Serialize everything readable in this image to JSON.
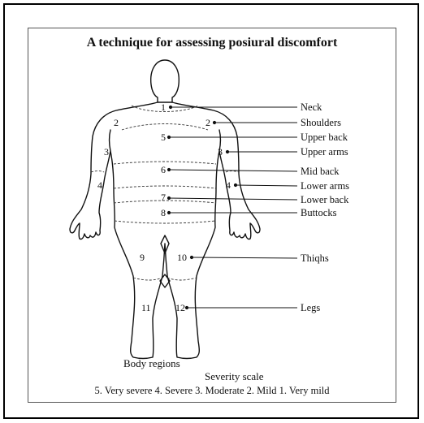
{
  "diagram": {
    "title": "A technique for assessing posiural discomfort",
    "regions": [
      {
        "number": "1",
        "name": "Neck"
      },
      {
        "number": "2",
        "name": "Shoulders"
      },
      {
        "number": "5",
        "name": "Upper back"
      },
      {
        "number": "3",
        "name": "Upper arms"
      },
      {
        "number": "6",
        "name": "Mid back"
      },
      {
        "number": "4",
        "name": "Lower arms"
      },
      {
        "number": "7",
        "name": "Lower back"
      },
      {
        "number": "8",
        "name": "Buttocks"
      },
      {
        "number": "10",
        "name": "Thiqhs"
      },
      {
        "number": "12",
        "name": "Legs"
      }
    ],
    "unlabeled_numbers": [
      "2",
      "3",
      "4",
      "9",
      "11"
    ],
    "body_regions_caption": "Body regions",
    "severity_scale_caption": "Severity scale",
    "severity_scale": "5. Very severe  4. Severe  3. Moderate  2. Mild  1. Very mild"
  }
}
